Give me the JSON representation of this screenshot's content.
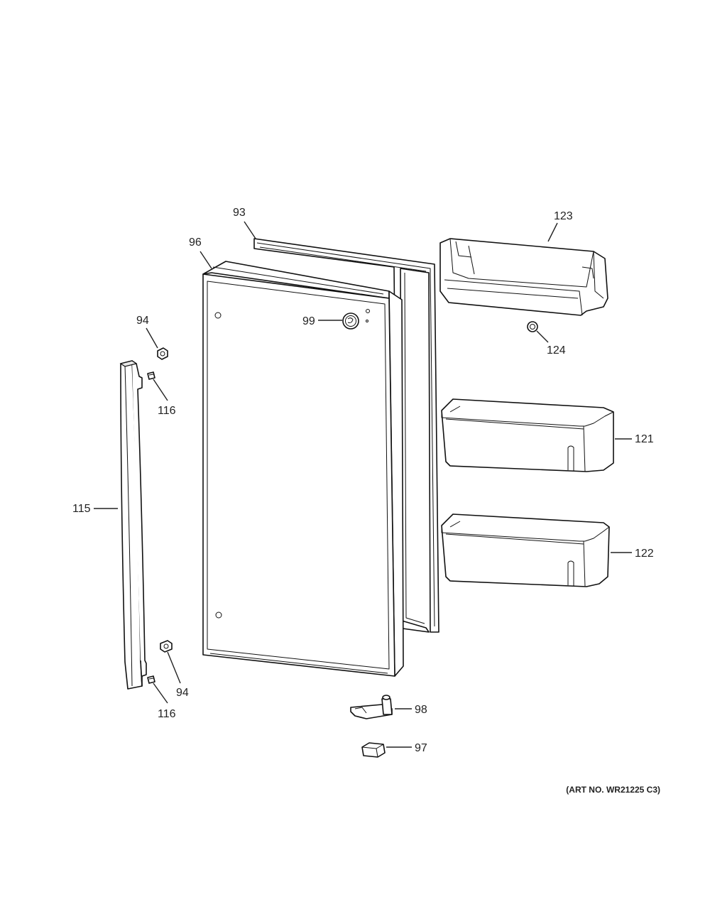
{
  "callouts": {
    "c93": "93",
    "c96": "96",
    "c94_top": "94",
    "c99": "99",
    "c116_top": "116",
    "c115": "115",
    "c94_bottom": "94",
    "c116_bottom": "116",
    "c98": "98",
    "c97": "97",
    "c123": "123",
    "c124": "124",
    "c121": "121",
    "c122": "122"
  },
  "art_number": "(ART NO. WR21225 C3)"
}
